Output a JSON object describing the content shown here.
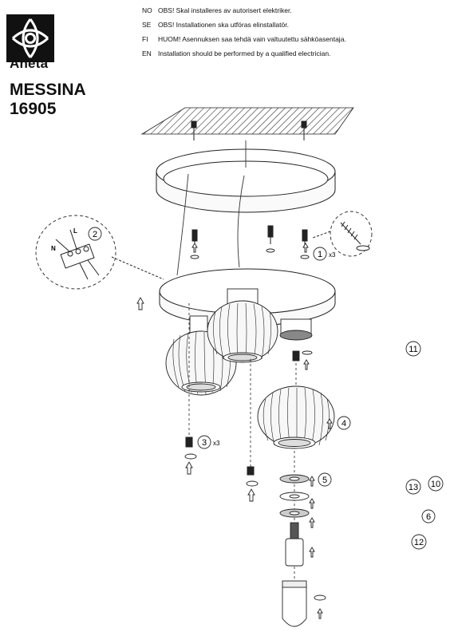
{
  "brand": {
    "logo_icon": "aneta-sunburst-logo",
    "name": "Aneta"
  },
  "product": {
    "name": "MESSINA",
    "number": "16905"
  },
  "notes": [
    {
      "code": "NO",
      "text": "OBS! Skal installeres av autorisert elektriker."
    },
    {
      "code": "SE",
      "text": "OBS! Installationen ska utföras elinstallatör."
    },
    {
      "code": "FI",
      "text": "HUOM! Asennuksen saa tehdä vain valtuutettu sähköasentaja."
    },
    {
      "code": "EN",
      "text": "Installation should be performed by a qualified electrician."
    }
  ],
  "callouts": {
    "c1": "1",
    "c1_qty": "x3",
    "c2": "2",
    "c3": "3",
    "c3_qty": "x3",
    "c4": "4",
    "c5": "5",
    "c6": "6",
    "c10": "10",
    "c11": "11",
    "c12": "12",
    "c13": "13"
  },
  "wiring": {
    "label_n": "N",
    "label_l": "L"
  },
  "colors": {
    "line": "#222222",
    "shade": "#f2f2f2",
    "hatch": "#333333"
  }
}
